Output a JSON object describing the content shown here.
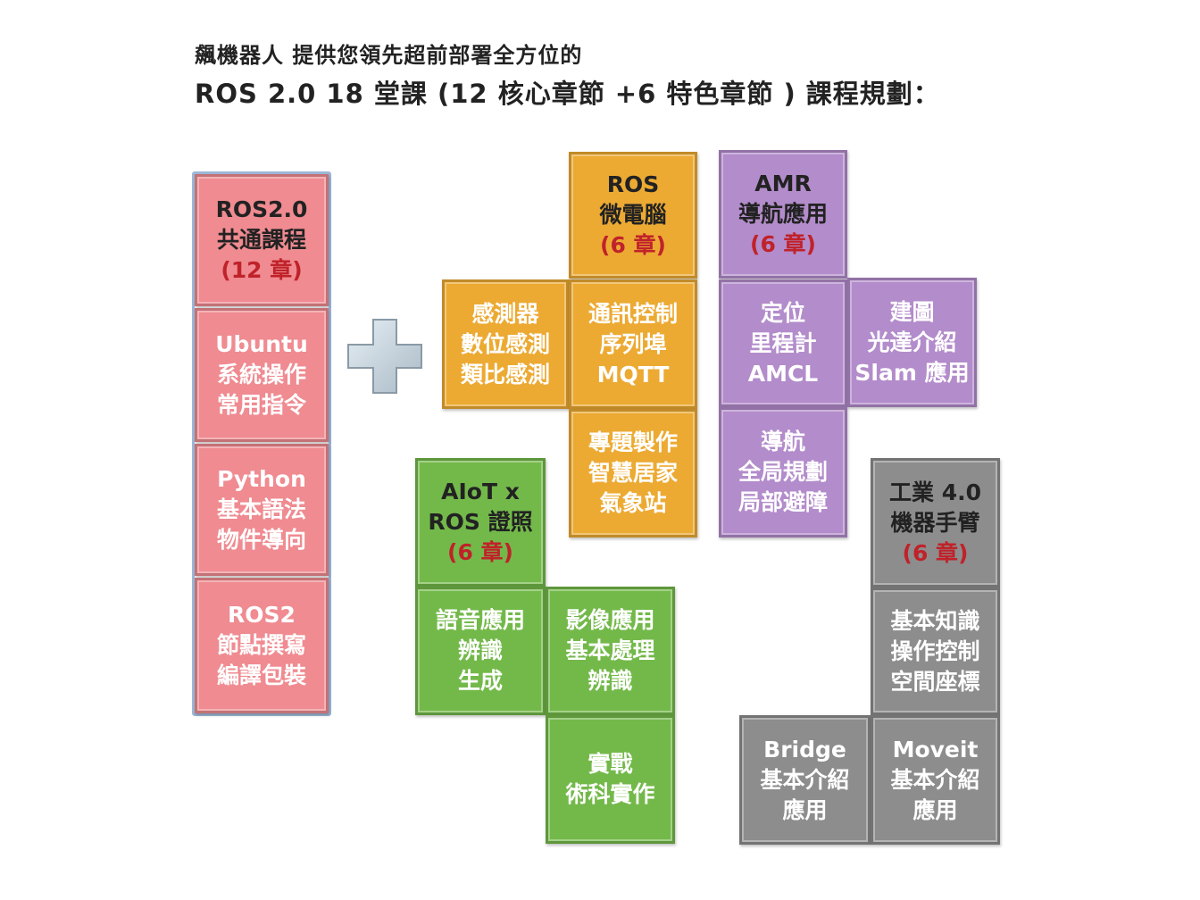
{
  "header": {
    "line1": "飆機器人 提供您領先超前部署全方位的",
    "line2": "ROS 2.0  18 堂課 (12 核心章節 +6 特色章節 ) 課程規劃："
  },
  "core": {
    "head": {
      "title1": "ROS2.0",
      "title2": "共通課程",
      "chapters": "(12 章)"
    },
    "blocks": [
      [
        "Ubuntu",
        "系統操作",
        "常用指令"
      ],
      [
        "Python",
        "基本語法",
        "物件導向"
      ],
      [
        "ROS2",
        "節點撰寫",
        "編譯包裝"
      ]
    ]
  },
  "plus_icon": "plus-icon",
  "ros_mcu": {
    "head": {
      "title1": "ROS",
      "title2": "微電腦",
      "chapters": "(6 章)"
    },
    "blocks": [
      [
        "感測器",
        "數位感測",
        "類比感測"
      ],
      [
        "通訊控制",
        "序列埠",
        "MQTT"
      ],
      [
        "專題製作",
        "智慧居家",
        "氣象站"
      ]
    ]
  },
  "amr": {
    "head": {
      "title1": "AMR",
      "title2": "導航應用",
      "chapters": "(6 章)"
    },
    "blocks": [
      [
        "定位",
        "里程計",
        "AMCL"
      ],
      [
        "建圖",
        "光達介紹",
        "Slam 應用"
      ],
      [
        "導航",
        "全局規劃",
        "局部避障"
      ]
    ]
  },
  "aiot": {
    "head": {
      "title1": "AIoT x",
      "title2": "ROS 證照",
      "chapters": "(6 章)"
    },
    "blocks": [
      [
        "語音應用",
        "辨識",
        "生成"
      ],
      [
        "影像應用",
        "基本處理",
        "辨識"
      ],
      [
        "實戰",
        "術科實作"
      ]
    ]
  },
  "industry": {
    "head": {
      "title1": "工業 4.0",
      "title2": "機器手臂",
      "chapters": "(6 章)"
    },
    "blocks": [
      [
        "基本知識",
        "操作控制",
        "空間座標"
      ],
      [
        "Bridge",
        "基本介紹",
        "應用"
      ],
      [
        "Moveit",
        "基本介紹",
        "應用"
      ]
    ]
  },
  "colors": {
    "core": "#ef8b91",
    "ros_mcu": "#ecaa33",
    "amr": "#b38ccb",
    "aiot": "#73b94a",
    "industry": "#8d8d8d",
    "chapters": "#c0222a"
  }
}
